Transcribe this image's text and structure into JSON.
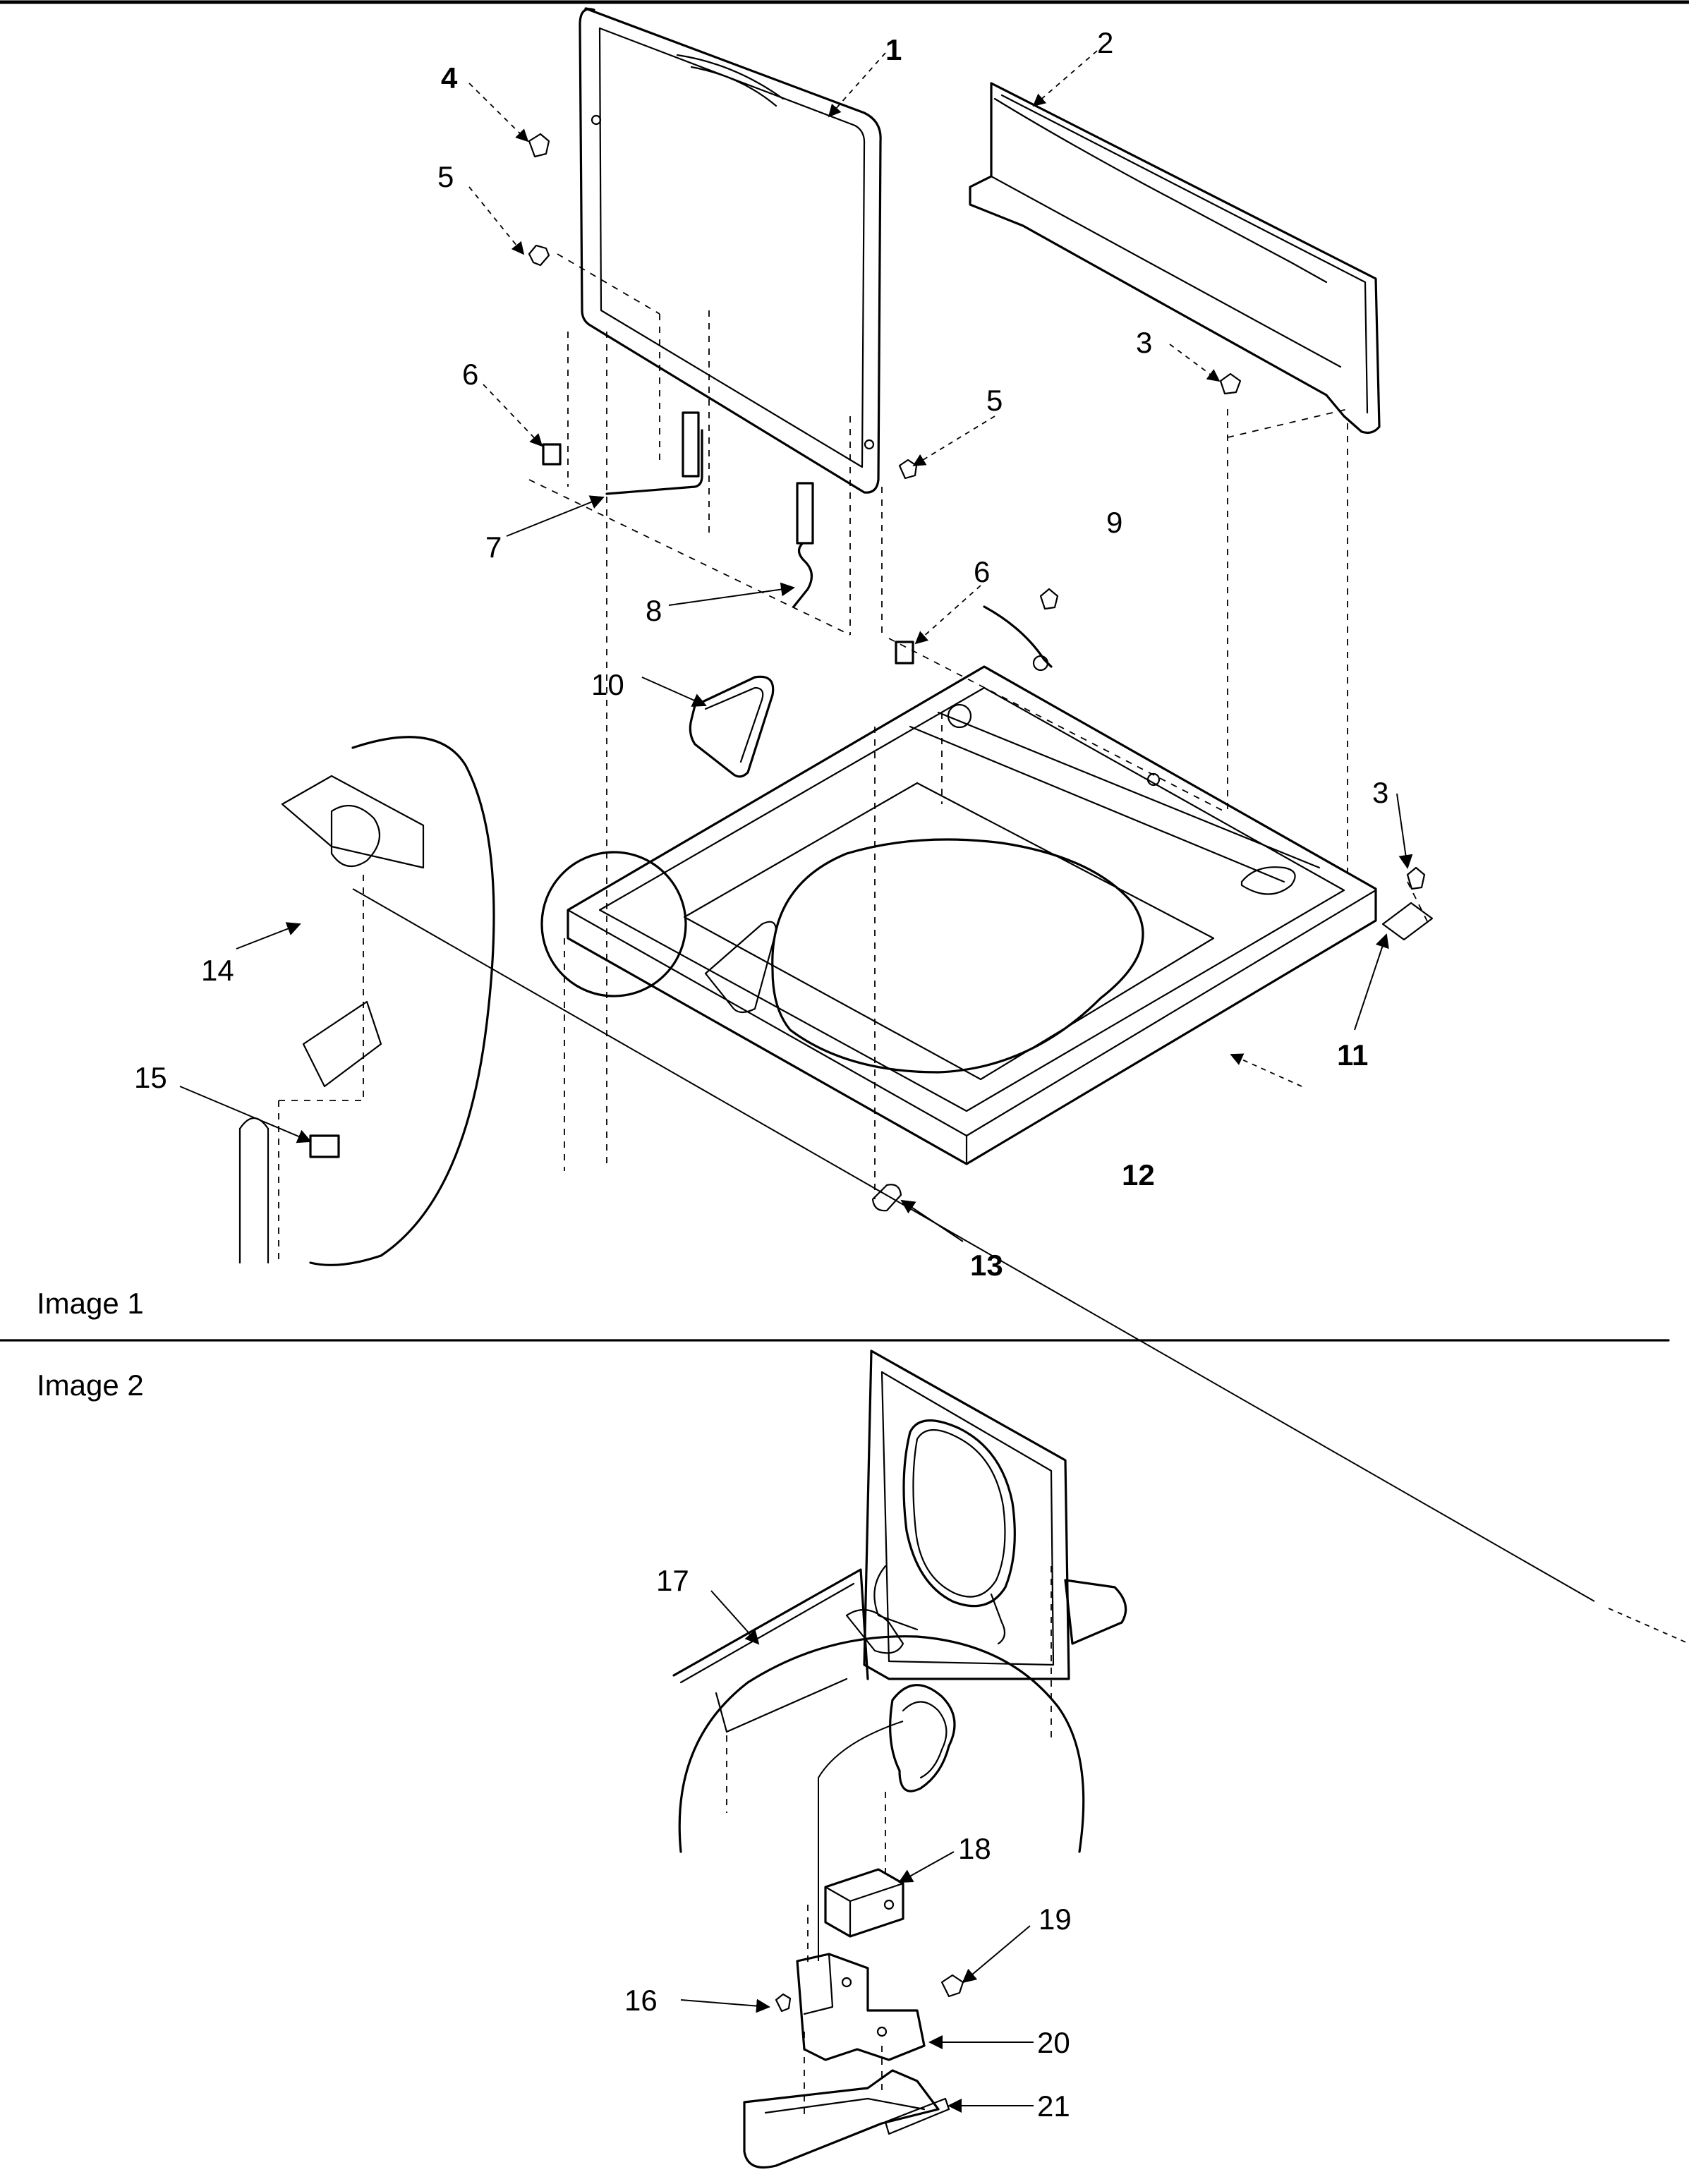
{
  "figure_label_1": "Image 1",
  "figure_label_2": "Image 2",
  "callouts": {
    "c1": "1",
    "c2": "2",
    "c3a": "3",
    "c3b": "3",
    "c4": "4",
    "c5a": "5",
    "c5b": "5",
    "c6a": "6",
    "c6b": "6",
    "c7": "7",
    "c8": "8",
    "c9": "9",
    "c10": "10",
    "c11": "11",
    "c12": "12",
    "c13": "13",
    "c14": "14",
    "c15": "15",
    "c16": "16",
    "c17": "17",
    "c18": "18",
    "c19": "19",
    "c20": "20",
    "c21": "21"
  }
}
